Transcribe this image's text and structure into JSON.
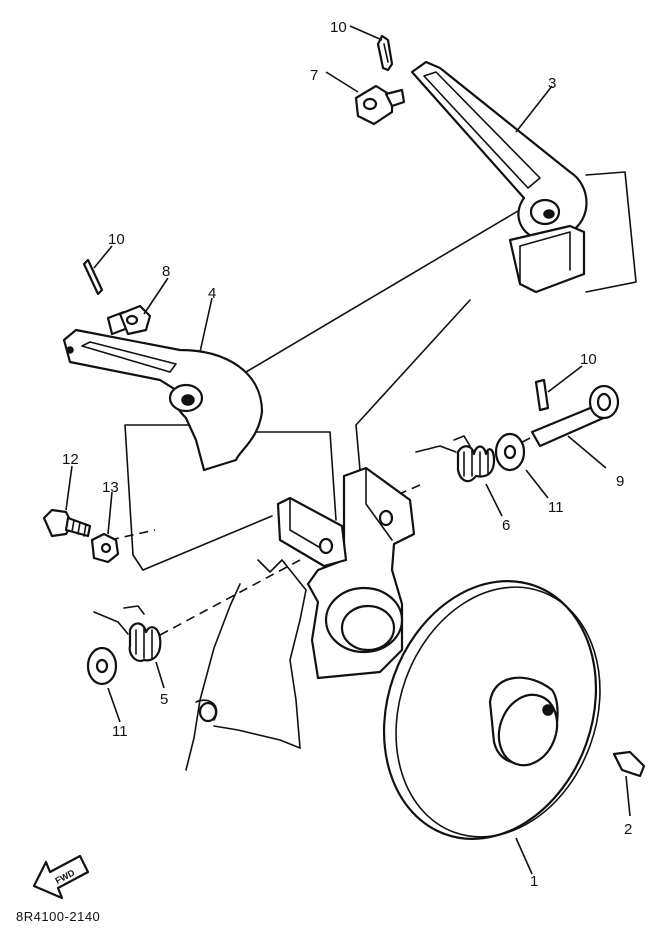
{
  "diagram_code": "8R4100-2140",
  "direction_arrow": {
    "label": "FWD",
    "icon": "forward-arrow-icon"
  },
  "callouts": {
    "c1": "1",
    "c2": "2",
    "c3": "3",
    "c4": "4",
    "c5": "5",
    "c6": "6",
    "c7": "7",
    "c8": "8",
    "c9": "9",
    "c10a": "10",
    "c10b": "10",
    "c10c": "10",
    "c11a": "11",
    "c11b": "11",
    "c12": "12",
    "c13": "13"
  },
  "colors": {
    "ink": "#111111",
    "paper": "#ffffff"
  }
}
